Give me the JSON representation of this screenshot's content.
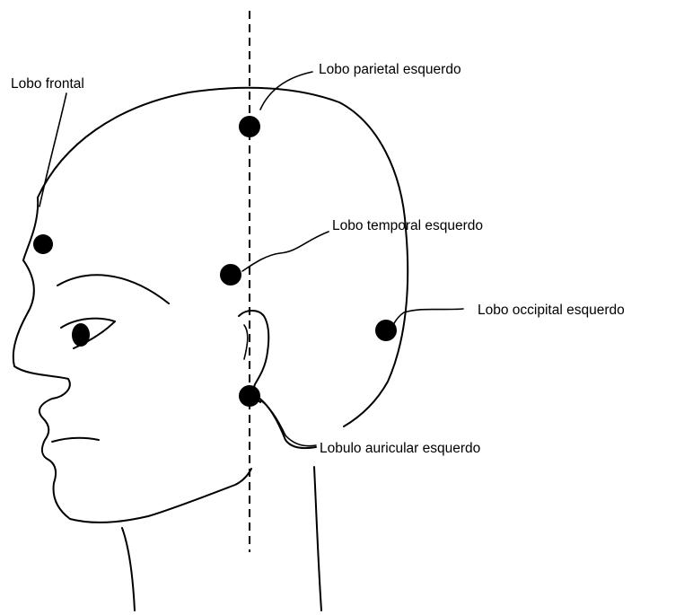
{
  "diagram": {
    "labels": {
      "frontal": "Lobo frontal",
      "parietal": "Lobo parietal esquerdo",
      "temporal": "Lobo temporal esquerdo",
      "occipital": "Lobo occipital esquerdo",
      "auricular": "Lobulo auricular esquerdo"
    }
  }
}
